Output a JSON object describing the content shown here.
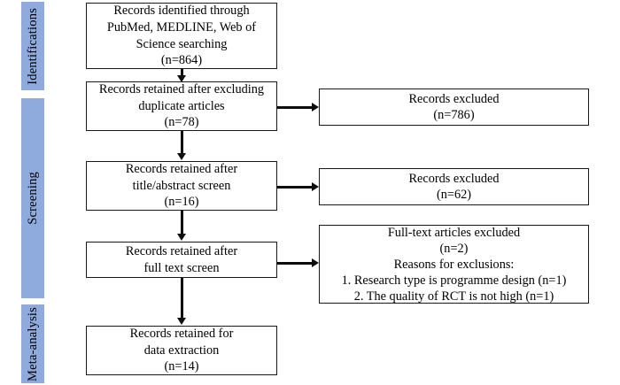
{
  "diagram": {
    "type": "prisma-flow-diagram",
    "accent_color": "#8faadc",
    "line_color": "#0d0d0d",
    "background": "#ffffff"
  },
  "stages": [
    {
      "label": "Identifications"
    },
    {
      "label": "Screening"
    },
    {
      "label": "Meta-analysis"
    }
  ],
  "nodes": {
    "identified": {
      "lines": [
        "Records identified through",
        "PubMed, MEDLINE, Web of",
        "Science searching",
        "(n=864)"
      ],
      "count": 864
    },
    "after_duplicates": {
      "lines": [
        "Records retained after excluding",
        "duplicate articles",
        "(n=78)"
      ],
      "count": 78
    },
    "excluded_duplicates": {
      "lines": [
        "Records excluded",
        "(n=786)"
      ],
      "count": 786
    },
    "after_title_abstract": {
      "lines": [
        "Records retained after",
        "title/abstract screen",
        "(n=16)"
      ],
      "count": 16
    },
    "excluded_title_abstract": {
      "lines": [
        "Records excluded",
        "(n=62)"
      ],
      "count": 62
    },
    "after_full_text": {
      "lines": [
        "Records retained after",
        "full text screen"
      ]
    },
    "excluded_full_text": {
      "lines": [
        "Full-text articles excluded",
        "(n=2)",
        "Reasons for exclusions:",
        "1. Research type is programme design (n=1)",
        "2. The quality of RCT is not high (n=1)"
      ],
      "count": 2
    },
    "included": {
      "lines": [
        "Records retained for",
        "data extraction",
        "(n=14)"
      ],
      "count": 14
    }
  }
}
